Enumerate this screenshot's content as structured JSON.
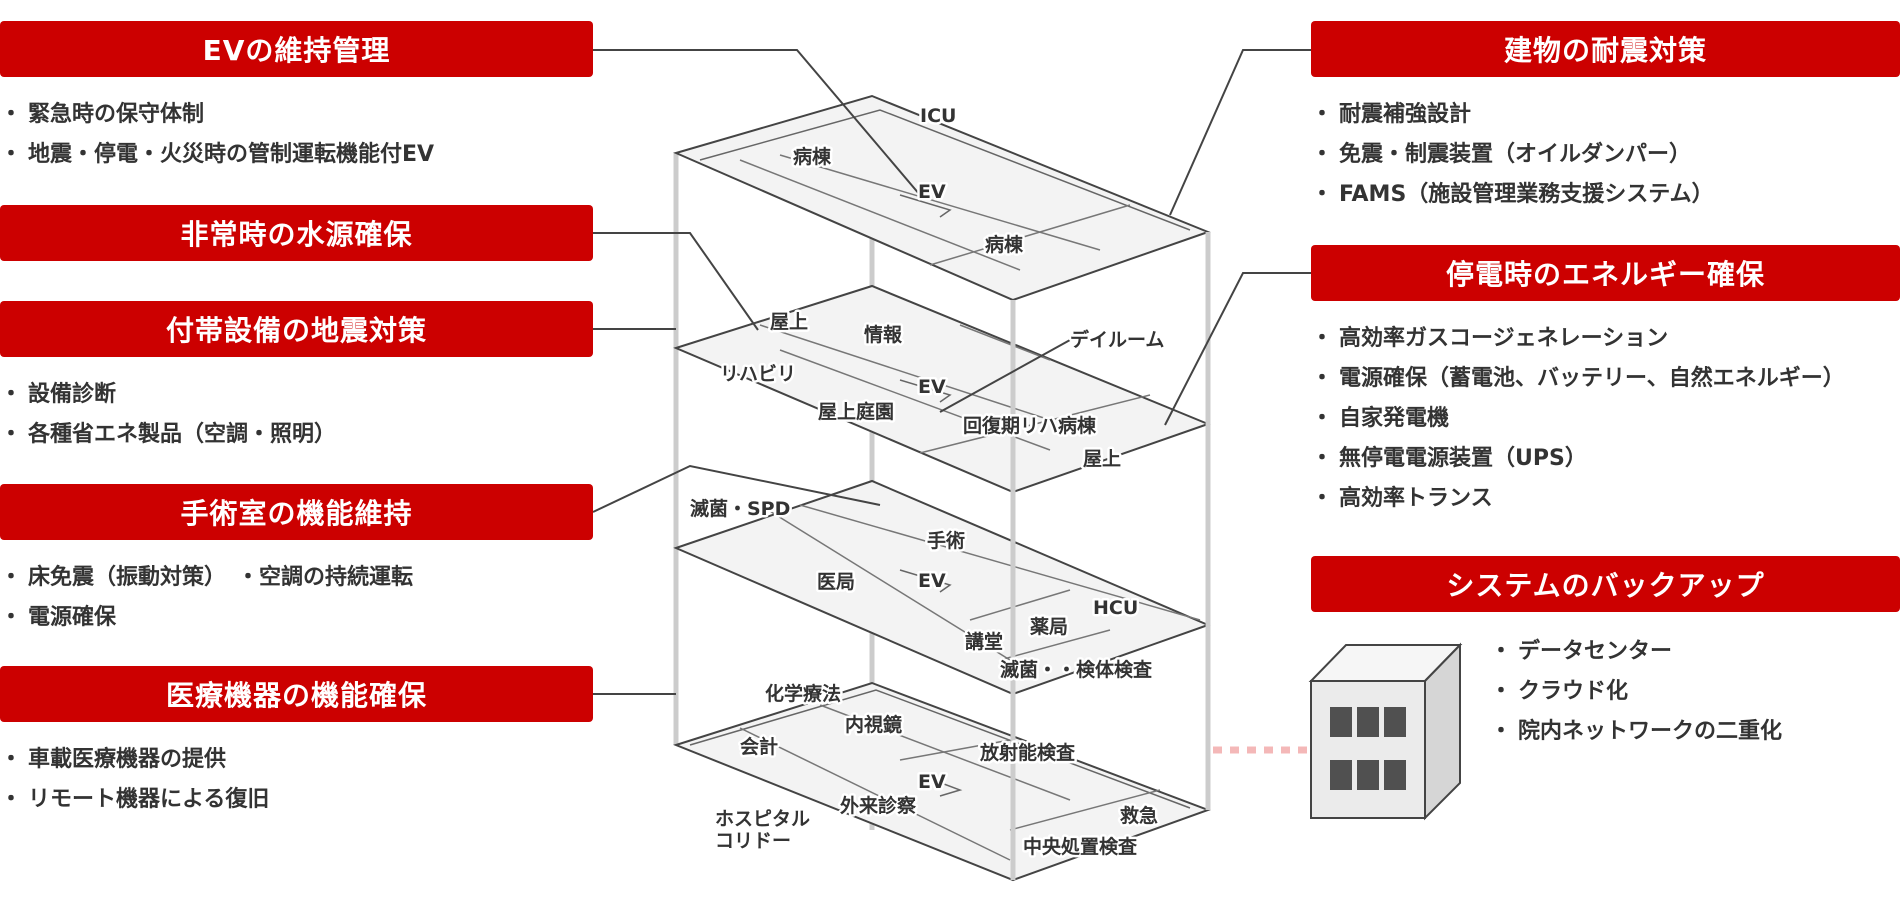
{
  "left_panels": [
    {
      "title": "EVの維持管理",
      "items": [
        "緊急時の保守体制",
        "地震・停電・火災時の管制運転機能付EV"
      ]
    },
    {
      "title": "非常時の水源確保",
      "items": []
    },
    {
      "title": "付帯設備の地震対策",
      "items": [
        "設備診断",
        "各種省エネ製品（空調・照明）"
      ]
    },
    {
      "title": "手術室の機能維持",
      "items": [
        "床免震（振動対策）　・空調の持続運転",
        "電源確保"
      ]
    },
    {
      "title": "医療機器の機能確保",
      "items": [
        "車載医療機器の提供",
        "リモート機器による復旧"
      ]
    }
  ],
  "right_panels": [
    {
      "title": "建物の耐震対策",
      "items": [
        "耐震補強設計",
        "免震・制震装置（オイルダンパー）",
        "FAMS（施設管理業務支援システム）"
      ]
    },
    {
      "title": "停電時のエネルギー確保",
      "items": [
        "高効率ガスコージェネレーション",
        "電源確保（蓄電池、バッテリー、自然エネルギー）",
        "自家発電機",
        "無停電電源装置（UPS）",
        "高効率トランス"
      ]
    },
    {
      "title": "システムのバックアップ",
      "items": [
        "データセンター",
        "クラウド化",
        "院内ネットワークの二重化"
      ]
    }
  ],
  "bullet": "・",
  "floor_labels": {
    "f5": {
      "icu": "ICU",
      "ward1": "病棟",
      "ev": "EV",
      "ward2": "病棟"
    },
    "f4": {
      "rooftop1": "屋上",
      "info": "情報",
      "rehab": "リハビリ",
      "ev": "EV",
      "garden": "屋上庭園",
      "recovery": "回復期リハ病棟",
      "rooftop2": "屋上",
      "dayroom": "デイルーム"
    },
    "f3": {
      "sterile": "滅菌・SPD",
      "surgery": "手術",
      "medical": "医局",
      "ev": "EV",
      "hcu": "HCU",
      "lecture": "講堂",
      "pharmacy": "薬局",
      "lab": "滅菌・・検体検査"
    },
    "f1": {
      "chemo": "化学療法",
      "endoscopy": "内視鏡",
      "accounting": "会計",
      "radiology": "放射能検査",
      "ev": "EV",
      "outpatient": "外来診察",
      "emergency": "救急",
      "corridor1": "ホスピタル",
      "corridor2": "コリドー",
      "central": "中央処置検査"
    }
  },
  "colors": {
    "accent": "#cc0000",
    "floor_fill": "#f3f3f3",
    "line": "#444444",
    "pillar": "#cccccc",
    "dotted": "#f4b8b8",
    "building_front": "#ebebeb",
    "building_side": "#d6d6d6",
    "building_top": "#f6f6f6",
    "window": "#505050"
  }
}
